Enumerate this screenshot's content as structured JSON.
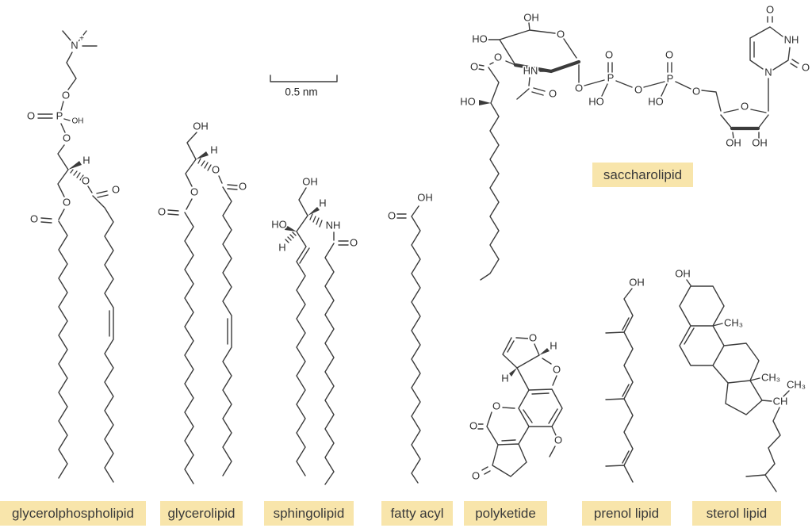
{
  "figure": {
    "background": "#ffffff",
    "bond_color": "#3b3b3b",
    "atom_color": "#2e2e2e",
    "label_bg": "#f8e5ab",
    "label_text_color": "#3a3a3a"
  },
  "scale_bar": {
    "label": "0.5 nm"
  },
  "category_labels": {
    "glycerolphospholipid": "glycerolphospholipid",
    "glycerolipid": "glycerolipid",
    "sphingolipid": "sphingolipid",
    "fatty_acyl": "fatty acyl",
    "polyketide": "polyketide",
    "prenol_lipid": "prenol lipid",
    "sterol_lipid": "sterol lipid",
    "saccharolipid": "saccharolipid"
  },
  "atoms": {
    "gpl": {
      "n": "N",
      "plus": "+",
      "o_choline": "O",
      "o_p_dbl": "O",
      "p": "P",
      "p_oh": "OH",
      "o_p_ester": "O",
      "h": "H",
      "o_sn2": "O",
      "o_sn2_dbl": "O",
      "o_sn1": "O",
      "o_sn1_dbl": "O"
    },
    "gl": {
      "oh": "OH",
      "h": "H",
      "o_sn2": "O",
      "o_sn2_dbl": "O",
      "o_sn1": "O",
      "o_sn1_dbl": "O"
    },
    "sl": {
      "oh": "OH",
      "h1": "H",
      "nh": "NH",
      "o_amide": "O",
      "ho": "HO",
      "h2": "H"
    },
    "fa": {
      "oh": "OH",
      "o": "O"
    },
    "sa": {
      "oh_c6": "OH",
      "ho_c4": "HO",
      "o_ring": "O",
      "o_ester": "O",
      "o_ester_dbl": "O",
      "hn": "HN",
      "o_acetyl": "O",
      "ho_chain": "HO",
      "o_glycosidic": "O",
      "p1": "P",
      "o_p1_dbl": "O",
      "ho_p1": "HO",
      "o_bridge": "O",
      "p2": "P",
      "o_p2_dbl": "O",
      "ho_p2": "HO",
      "o_c5": "O",
      "o_ribose": "O",
      "oh_rib_left": "OH",
      "oh_rib_right": "OH",
      "n1": "N",
      "nh": "NH",
      "o_c4_dbl": "O",
      "o_c2_dbl": "O"
    },
    "pk": {
      "o_furan_top": "O",
      "h_right": "H",
      "o_furan_inner": "O",
      "h_left": "H",
      "o_lactone_ring": "O",
      "o_lactone_dbl": "O",
      "o_ketone": "O",
      "o_methoxy": "O"
    },
    "pr": {
      "oh": "OH"
    },
    "st": {
      "oh": "OH",
      "ch3_c10": "CH₃",
      "ch3_c13": "CH₃",
      "ch3_c20": "CH₃",
      "ch": "CH"
    }
  }
}
